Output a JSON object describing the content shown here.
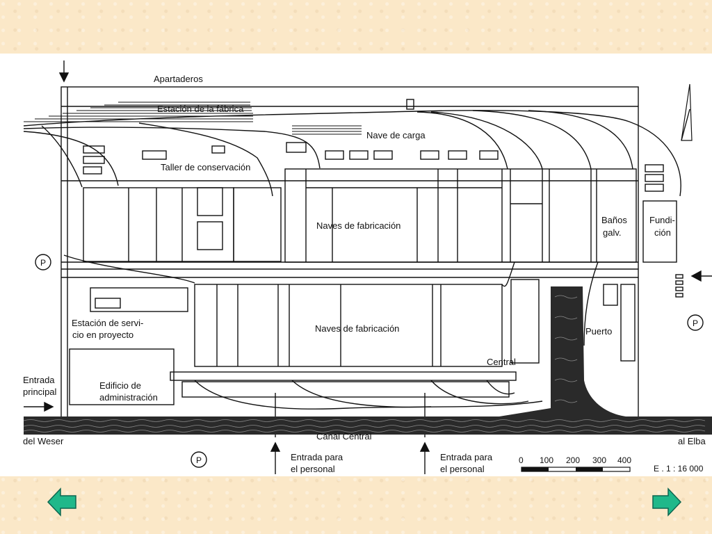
{
  "map": {
    "labels": {
      "apartaderos": "Apartaderos",
      "estacion_fabrica": "Estación de la fábrica",
      "nave_carga": "Nave de carga",
      "taller": "Taller de conservación",
      "naves_top": "Naves de fabricación",
      "banos_1": "Baños",
      "banos_2": "galv.",
      "fundicion_1": "Fundi-",
      "fundicion_2": "ción",
      "estacion_servicio_1": "Estación de servi-",
      "estacion_servicio_2": "cio en proyecto",
      "naves_bottom": "Naves de fabricación",
      "puerto": "Puerto",
      "central": "Central",
      "entrada_principal_1": "Entrada",
      "entrada_principal_2": "principal",
      "edificio_1": "Edificio de",
      "edificio_2": "administración",
      "del_weser": "del Weser",
      "canal_central": "Canal Central",
      "al_elba": "al Elba",
      "entrada_personal_a_1": "Entrada para",
      "entrada_personal_a_2": "el personal",
      "entrada_personal_b_1": "Entrada para",
      "entrada_personal_b_2": "el personal",
      "parking": "P",
      "scale_ticks": [
        "0",
        "100",
        "200",
        "300",
        "400"
      ],
      "scale_ratio": "E . 1 : 16 000"
    }
  },
  "nav": {
    "prev_icon": "arrow-left-icon",
    "next_icon": "arrow-right-icon",
    "arrow_color": "#20b88a"
  }
}
